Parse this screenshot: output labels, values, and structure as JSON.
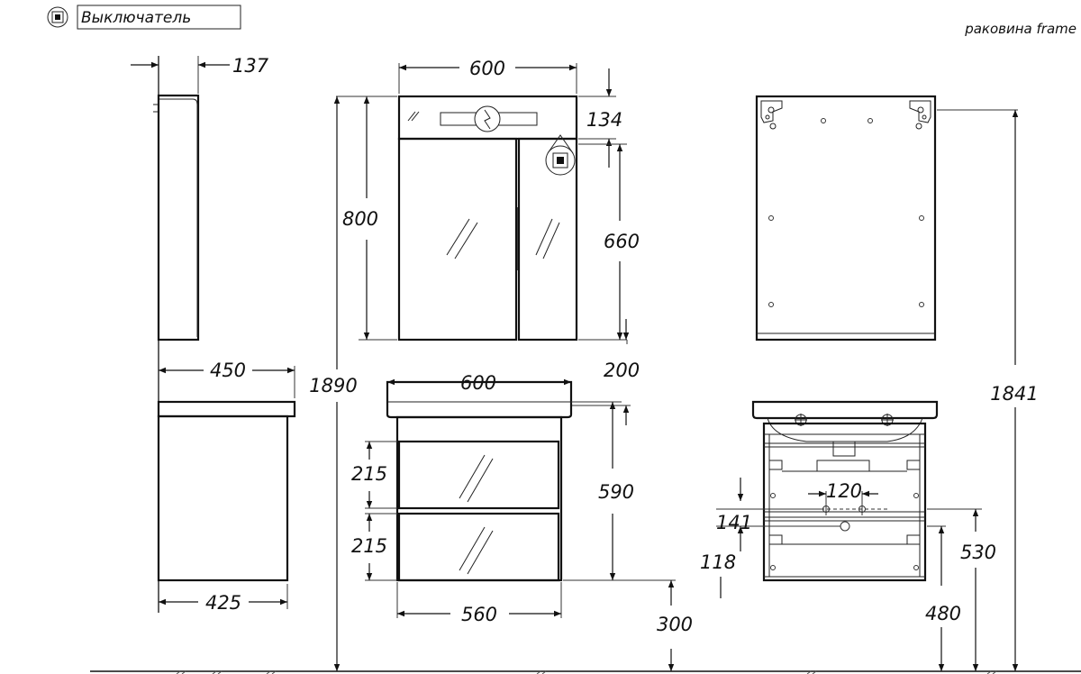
{
  "legend": {
    "label": "Выключатель",
    "icon": "switch-symbol-icon"
  },
  "title": "раковина frame",
  "dimensions": {
    "side_mirror_depth": "137",
    "side_sink_depth": "450",
    "side_cabinet_depth": "425",
    "mirror_width": "600",
    "mirror_height": "800",
    "light_panel_height": "134",
    "door_height": "660",
    "gap_mirror_to_sink": "200",
    "total_height": "1890",
    "sink_width": "600",
    "drawer_top_height": "215",
    "drawer_bottom_height": "215",
    "cabinet_height": "590",
    "cabinet_width": "560",
    "floor_clearance": "300",
    "rear_total_height": "1841",
    "pipe_spacing": "120",
    "pipe_height": "141",
    "drain_height": "118",
    "upper_mount_height": "530",
    "lower_mount_height": "480"
  },
  "colors": {
    "line": "#111111",
    "background": "#ffffff"
  }
}
